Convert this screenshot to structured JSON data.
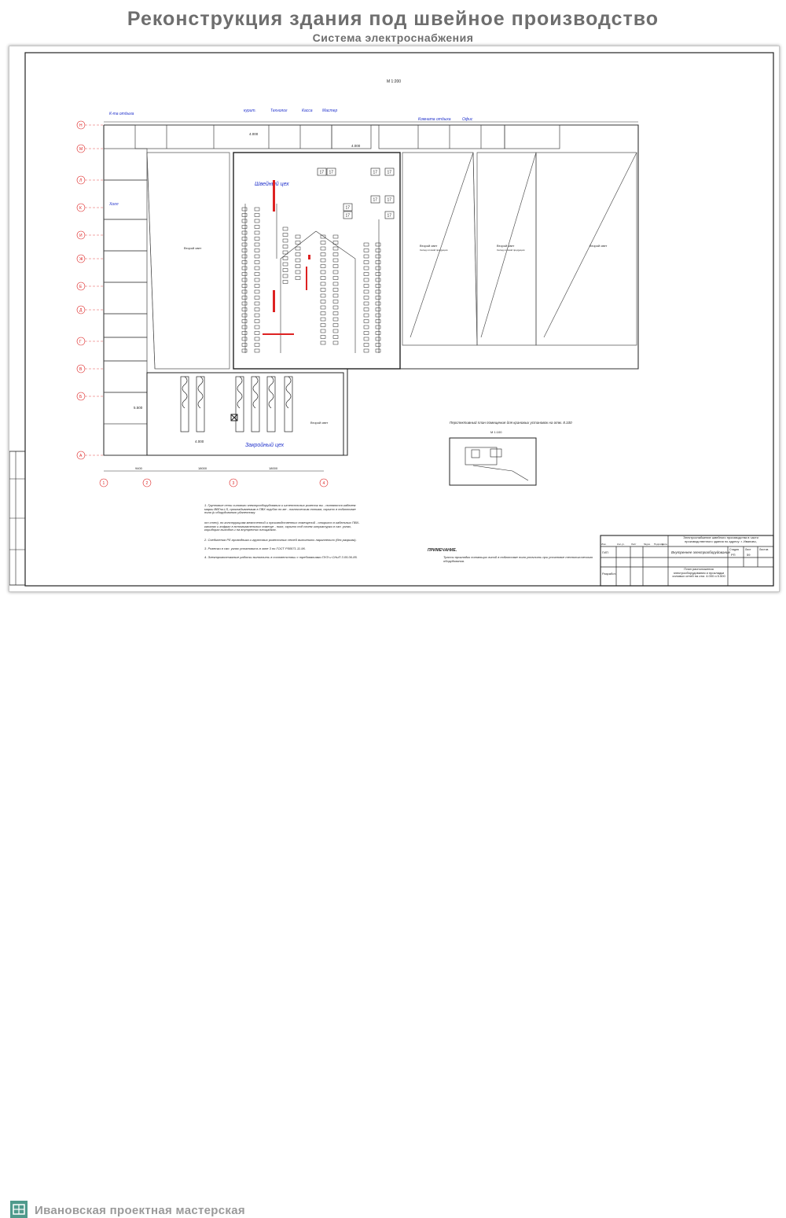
{
  "page": {
    "title": "Реконструкция здания под швейное производство",
    "subtitle": "Система электроснабжения",
    "brand": "Ивановская проектная мастерская"
  },
  "plan": {
    "scale_main": "М 1:200",
    "scale_detail": "М 1:100",
    "rooms": {
      "sewing_shop": "Швейный цех",
      "cutting_shop": "Закройный цех",
      "hall": "Холл",
      "second_light": "Второй свет",
      "warehouse_fabric": "Склад готовой продукции",
      "warehouse_goods": "Склад готовой продукции",
      "office": "Офис",
      "rest_room": "Комната отдыха",
      "cashier": "Касса",
      "technologist": "Технолог",
      "master": "Мастер",
      "smoking": "курит.",
      "kitchen": "К-та отдыха"
    },
    "grid_rows": [
      "Н",
      "М",
      "Л",
      "К",
      "И",
      "Ж",
      "Е",
      "Д",
      "Г",
      "В",
      "Б",
      "А"
    ],
    "grid_cols": [
      "1",
      "2",
      "3",
      "4"
    ],
    "dims": [
      "9400",
      "18000",
      "18000"
    ],
    "levels": [
      "4.000",
      "4.000",
      "4.000",
      "5.500"
    ],
    "machine_label": "17",
    "note_plan_title": "Перспективный план помещения для крановых установок на отм. 8.100"
  },
  "notes": {
    "items": [
      "1. Групповые сети силового электрооборудования и штепсельных розеток вы - полняются кабелем марки ВВГнг-LS, прокладываемым в ПВХ трубах по ме - таллическим лоткам, скрыто в подготовке пола (к оборудованию удаленному",
      "от стен), по конструкциям межстенной и производственных помещений - открыто в кабельных ПВХ-каналах и гофрах в вспомогательных помеще - ниях, скрыто под слоем штукатурки в сан. узлах, коридорах выходов и на внутренних площадках.",
      "2. Соединения РЕ-проводника и групповых розеточных сетей выполнить параллельно (без разрыва).",
      "3. Розетки в сан. узлах установить в зоне 3 по ГОСТ Р50571.11-96.",
      "4. Электромонтажные работы выполнить в соответствии с требованиями ПУЭ и СНиП 3.05.06-85."
    ],
    "remark_title": "ПРИМЕЧАНИЕ.",
    "remark_text": "Трассы прокладки питающих линий в подготовке пола уточнить при установке технологического оборудования."
  },
  "stamp": {
    "project": "Электроснабжение швейного производства в части производственного здания по адресу: г. Иваново,",
    "section": "Внутреннее электрооборудование",
    "sheet_title": "План расположения электрооборудования и прокладки силовых сетей на отм. 4.000 и 5.500",
    "stage_label": "Стадия",
    "sheet_label": "Лист",
    "sheets_label": "Листов",
    "stage": "РП",
    "sheet_no": "59",
    "rows": [
      "Изм.",
      "Кол.уч.",
      "Лист",
      "№док.",
      "Подпись",
      "Дата"
    ],
    "gip": "ГИП",
    "developer": "Разработ."
  }
}
